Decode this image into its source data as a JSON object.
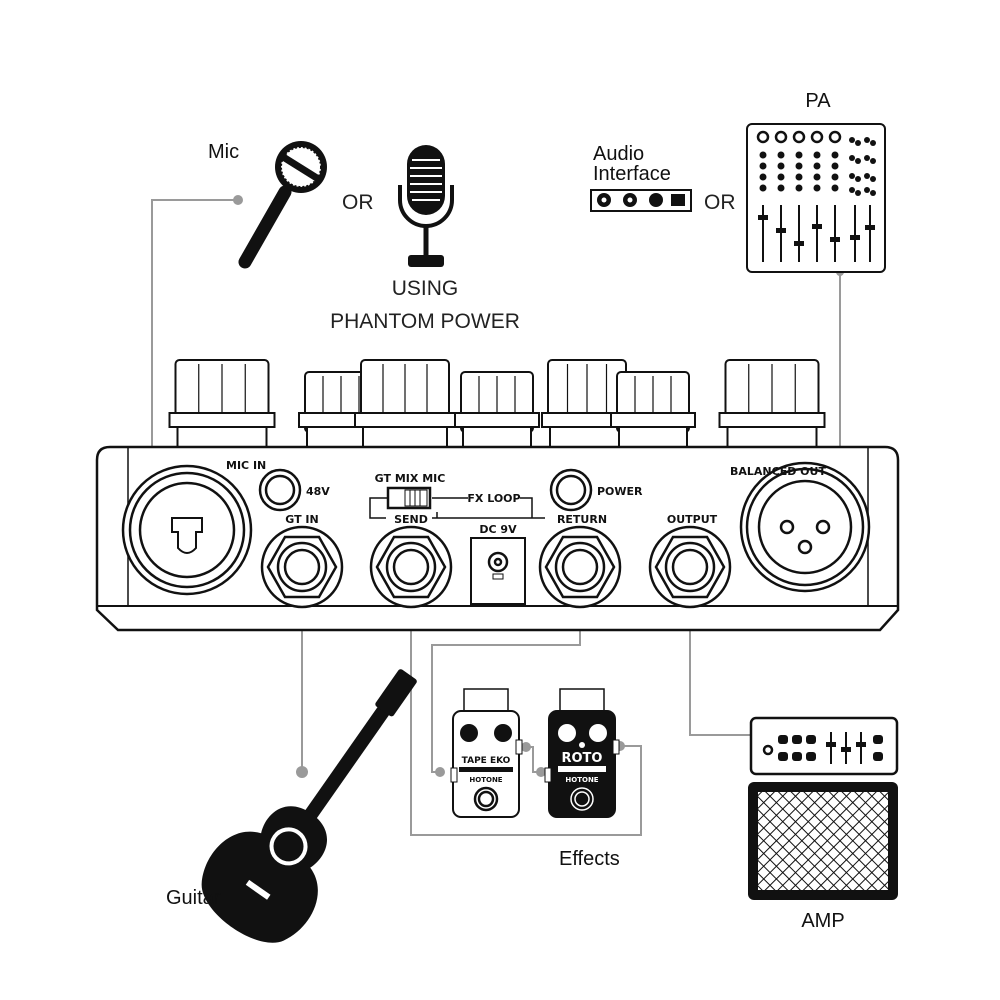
{
  "labels": {
    "mic": "Mic",
    "or_1": "OR",
    "phantom_1": "USING",
    "phantom_2": "PHANTOM POWER",
    "audio_interface_1": "Audio",
    "audio_interface_2": "Interface",
    "or_2": "OR",
    "pa": "PA",
    "guitar": "Guitar",
    "effects": "Effects",
    "amp": "AMP"
  },
  "panel": {
    "mic_in": "MIC IN",
    "v48": "48V",
    "gt_in": "GT IN",
    "switch_label": "GT MIX MIC",
    "fx_loop": "FX LOOP",
    "send": "SEND",
    "dc": "DC 9V",
    "return": "RETURN",
    "power": "POWER",
    "output": "OUTPUT",
    "balanced_out": "BALANCED OUT"
  },
  "pedals": {
    "tape": {
      "name": "TAPE EKO",
      "brand": "HOTONE"
    },
    "roto": {
      "name": "ROTO",
      "brand": "HOTONE"
    }
  },
  "colors": {
    "wire": "#9a9a9a",
    "ink": "#111111"
  }
}
